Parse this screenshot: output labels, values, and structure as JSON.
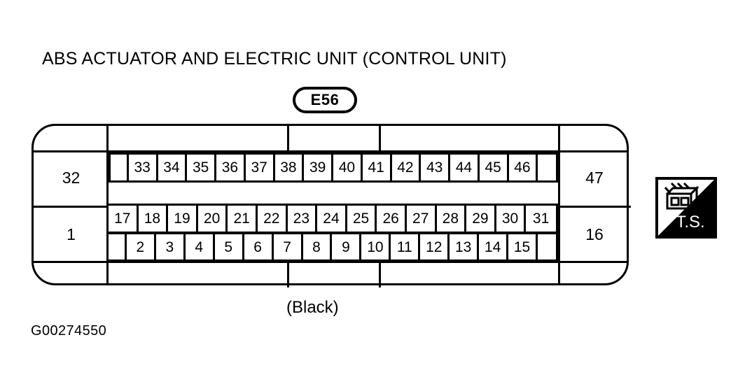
{
  "diagram": {
    "title": "ABS ACTUATOR AND ELECTRIC UNIT (CONTROL UNIT)",
    "connector_id": "E56",
    "connector_color": "(Black)",
    "figure_id": "G00274550",
    "badge": {
      "label": "T.S.",
      "icon": "connector-plug-icon"
    },
    "colors": {
      "line": "#000000",
      "background": "#ffffff"
    },
    "terminals": {
      "left_upper": "32",
      "left_lower": "1",
      "right_upper": "47",
      "right_lower": "16",
      "row_top": [
        "33",
        "34",
        "35",
        "36",
        "37",
        "38",
        "39",
        "40",
        "41",
        "42",
        "43",
        "44",
        "45",
        "46"
      ],
      "row_middle": [
        "17",
        "18",
        "19",
        "20",
        "21",
        "22",
        "23",
        "24",
        "25",
        "26",
        "27",
        "28",
        "29",
        "30",
        "31"
      ],
      "row_bottom": [
        "2",
        "3",
        "4",
        "5",
        "6",
        "7",
        "8",
        "9",
        "10",
        "11",
        "12",
        "13",
        "14",
        "15"
      ]
    }
  }
}
